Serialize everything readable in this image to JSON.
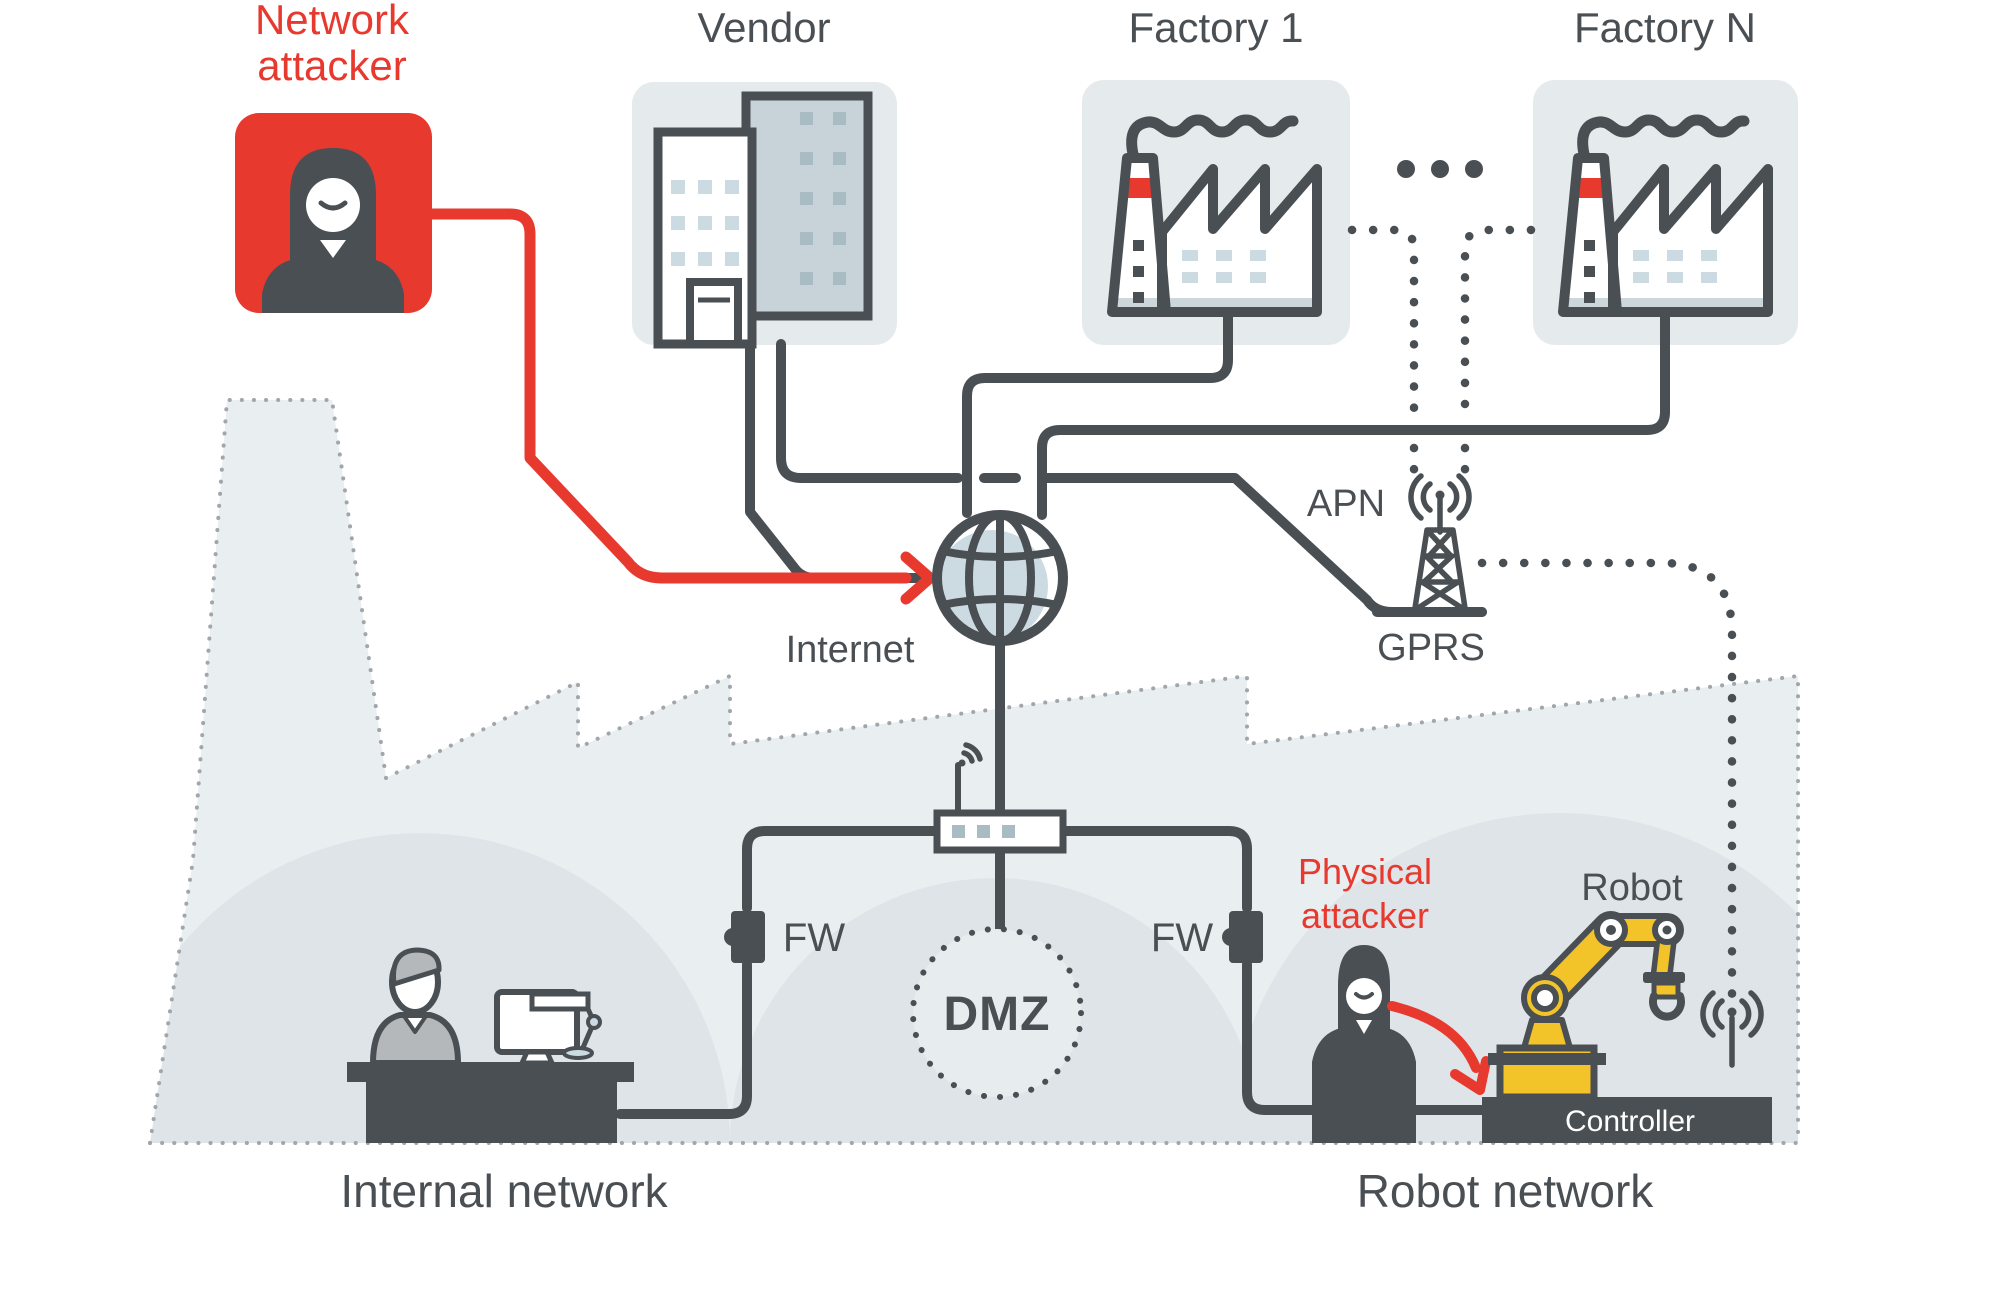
{
  "title": "Robot network attack-surface diagram",
  "colors": {
    "ink": "#4a4f54",
    "red": "#e8392f",
    "boxbg": "#e5eaec",
    "silhouette": "#e9eef1",
    "dome": "#dee4e8",
    "blue": "#ccdbe1",
    "bluedark": "#a9bcc4",
    "panel": "#c7d3d9",
    "strip": "#ccd7dc",
    "yellow": "#f3c32a",
    "persongray": "#b4b8bb",
    "dotgray": "#a0a6ab"
  },
  "labels": {
    "network_attacker_line1": "Network",
    "network_attacker_line2": "attacker",
    "vendor": "Vendor",
    "factory_1": "Factory 1",
    "factory_n": "Factory N",
    "internet": "Internet",
    "apn": "APN",
    "gprs": "GPRS",
    "fw_left": "FW",
    "fw_right": "FW",
    "dmz": "DMZ",
    "physical_attacker_line1": "Physical",
    "physical_attacker_line2": "attacker",
    "robot": "Robot",
    "controller": "Controller",
    "internal_network": "Internal network",
    "robot_network": "Robot network"
  }
}
